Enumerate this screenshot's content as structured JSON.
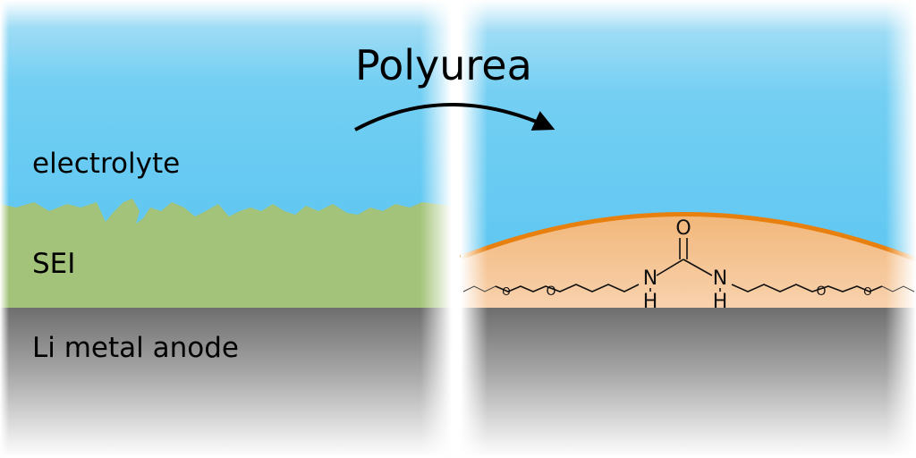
{
  "title": "Polyurea",
  "labels": {
    "electrolyte": "electrolyte",
    "sei": "SEI",
    "anode": "Li metal anode"
  },
  "molecule": {
    "oxygen_carbonyl": "O",
    "nitrogen": "N",
    "hydrogen": "H",
    "ether_oxygen": "O"
  },
  "colors": {
    "electrolyte": "#62c8f0",
    "sei": "#a6c47c",
    "anode": "#7a7a7a",
    "polyurea_layer": "#f3c291",
    "polyurea_edge": "#e8800f"
  }
}
